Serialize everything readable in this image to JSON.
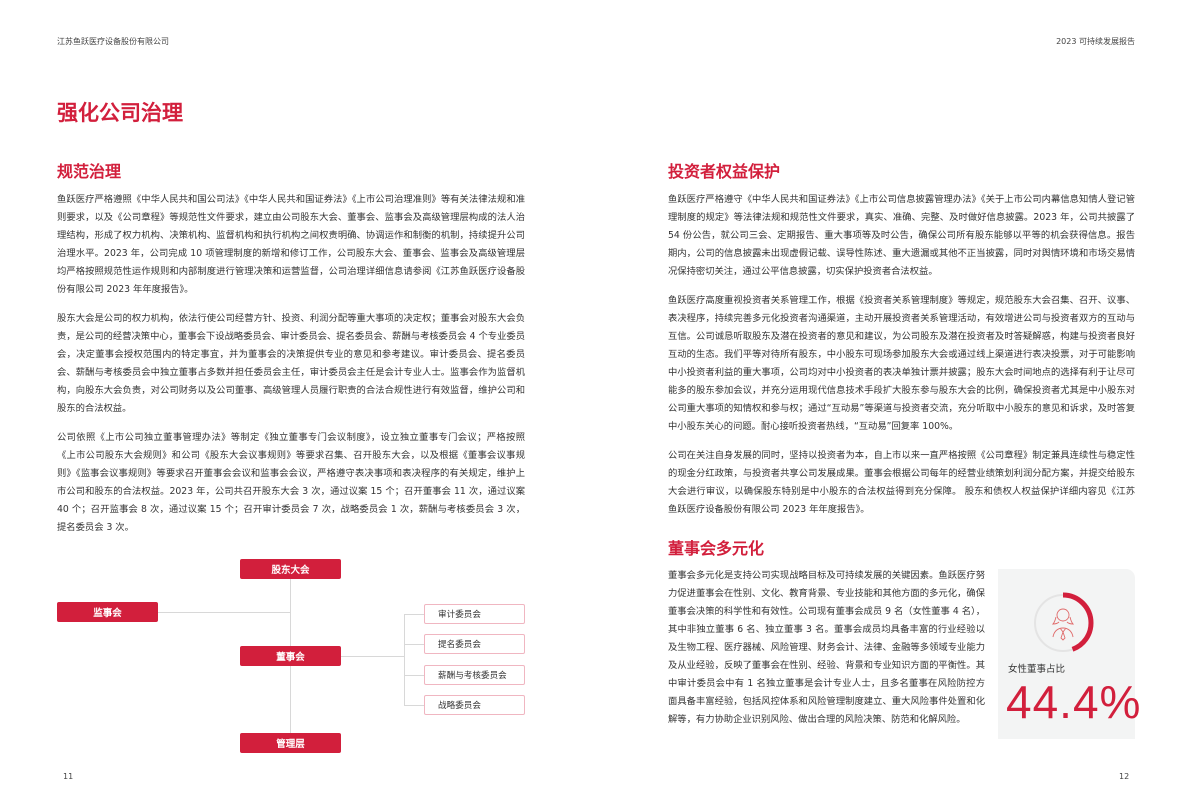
{
  "header": {
    "company": "江苏鱼跃医疗设备股份有限公司",
    "report": "2023 可持续发展报告"
  },
  "title": "强化公司治理",
  "left": {
    "heading": "规范治理",
    "paragraphs": [
      "鱼跃医疗严格遵照《中华人民共和国公司法》《中华人民共和国证券法》《上市公司治理准则》等有关法律法规和准则要求，以及《公司章程》等规范性文件要求，建立由公司股东大会、董事会、监事会及高级管理层构成的法人治理结构，形成了权力机构、决策机构、监督机构和执行机构之间权责明确、协调运作和制衡的机制，持续提升公司治理水平。2023 年，公司完成 10 项管理制度的新增和修订工作，公司股东大会、董事会、监事会及高级管理层均严格按照规范性运作规则和内部制度进行管理决策和运营监督，公司治理详细信息请参阅《江苏鱼跃医疗设备股份有限公司 2023 年年度报告》。",
      "股东大会是公司的权力机构，依法行使公司经营方针、投资、利润分配等重大事项的决定权；董事会对股东大会负责，是公司的经营决策中心，董事会下设战略委员会、审计委员会、提名委员会、薪酬与考核委员会 4 个专业委员会，决定董事会授权范围内的特定事宜，并为董事会的决策提供专业的意见和参考建议。审计委员会、提名委员会、薪酬与考核委员会中独立董事占多数并担任委员会主任，审计委员会主任是会计专业人士。监事会作为监督机构，向股东大会负责，对公司财务以及公司董事、高级管理人员履行职责的合法合规性进行有效监督，维护公司和股东的合法权益。",
      "公司依照《上市公司独立董事管理办法》等制定《独立董事专门会议制度》，设立独立董事专门会议；严格按照《上市公司股东大会规则》和公司《股东大会议事规则》等要求召集、召开股东大会，以及根据《董事会议事规则》《监事会议事规则》等要求召开董事会会议和监事会会议，严格遵守表决事项和表决程序的有关规定，维护上市公司和股东的合法权益。2023 年，公司共召开股东大会 3 次，通过议案 15 个；召开董事会 11 次，通过议案 40 个；召开监事会 8 次，通过议案 15 个；召开审计委员会 7 次，战略委员会 1 次，薪酬与考核委员会 3 次，提名委员会 3 次。"
    ],
    "org": {
      "shareholders": "股东大会",
      "supervisors": "监事会",
      "board": "董事会",
      "management": "管理层",
      "committees": [
        "审计委员会",
        "提名委员会",
        "薪酬与考核委员会",
        "战略委员会"
      ]
    }
  },
  "right": {
    "heading": "投资者权益保护",
    "paragraphs": [
      "鱼跃医疗严格遵守《中华人民共和国证券法》《上市公司信息披露管理办法》《关于上市公司内幕信息知情人登记管理制度的规定》等法律法规和规范性文件要求，真实、准确、完整、及时做好信息披露。2023 年，公司共披露了 54 份公告，就公司三会、定期报告、重大事项等及时公告，确保公司所有股东能够以平等的机会获得信息。报告期内，公司的信息披露未出现虚假记载、误导性陈述、重大遗漏或其他不正当披露，同时对舆情环境和市场交易情况保持密切关注，通过公平信息披露，切实保护投资者合法权益。",
      "鱼跃医疗高度重视投资者关系管理工作，根据《投资者关系管理制度》等规定，规范股东大会召集、召开、议事、表决程序，持续完善多元化投资者沟通渠道，主动开展投资者关系管理活动，有效增进公司与投资者双方的互动与互信。公司诚恳听取股东及潜在投资者的意见和建议，为公司股东及潜在投资者及时答疑解惑，构建与投资者良好互动的生态。我们平等对待所有股东，中小股东可现场参加股东大会或通过线上渠道进行表决投票，对于可能影响中小投资者利益的重大事项，公司均对中小投资者的表决单独计票并披露；股东大会时间地点的选择有利于让尽可能多的股东参加会议，并充分运用现代信息技术手段扩大股东参与股东大会的比例，确保投资者尤其是中小股东对公司重大事项的知情权和参与权；通过“互动易”等渠道与投资者交流，充分听取中小股东的意见和诉求，及时答复中小股东关心的问题。耐心接听投资者热线，“互动易”回复率 100%。",
      "公司在关注自身发展的同时，坚持以投资者为本，自上市以来一直严格按照《公司章程》制定兼具连续性与稳定性的现金分红政策，与投资者共享公司发展成果。董事会根据公司每年的经营业绩策划利润分配方案，并提交给股东大会进行审议，以确保股东特别是中小股东的合法权益得到充分保障。 股东和债权人权益保护详细内容见《江苏鱼跃医疗设备股份有限公司 2023 年年度报告》。"
    ],
    "board_heading": "董事会多元化",
    "board_text": "董事会多元化是支持公司实现战略目标及可持续发展的关键因素。鱼跃医疗努力促进董事会在性别、文化、教育背景、专业技能和其他方面的多元化，确保董事会决策的科学性和有效性。公司现有董事会成员 9 名（女性董事 4 名），其中非独立董事 6 名、独立董事 3 名。董事会成员均具备丰富的行业经验以及生物工程、医疗器械、风险管理、财务会计、法律、金融等多领域专业能力及从业经验，反映了董事会在性别、经验、背景和专业知识方面的平衡性。其中审计委员会中有 1 名独立董事是会计专业人士，且多名董事在风险防控方面具备丰富经验，包括风控体系和风险管理制度建立、重大风险事件处置和化解等，有力协助企业识别风险、做出合理的风险决策、防范和化解风险。",
    "stat": {
      "label": "女性董事占比",
      "value": "44.4%",
      "fraction": 0.444
    }
  },
  "pages": {
    "left": "11",
    "right": "12"
  },
  "colors": {
    "accent": "#d21f3c",
    "card": "#f3f4f4"
  }
}
